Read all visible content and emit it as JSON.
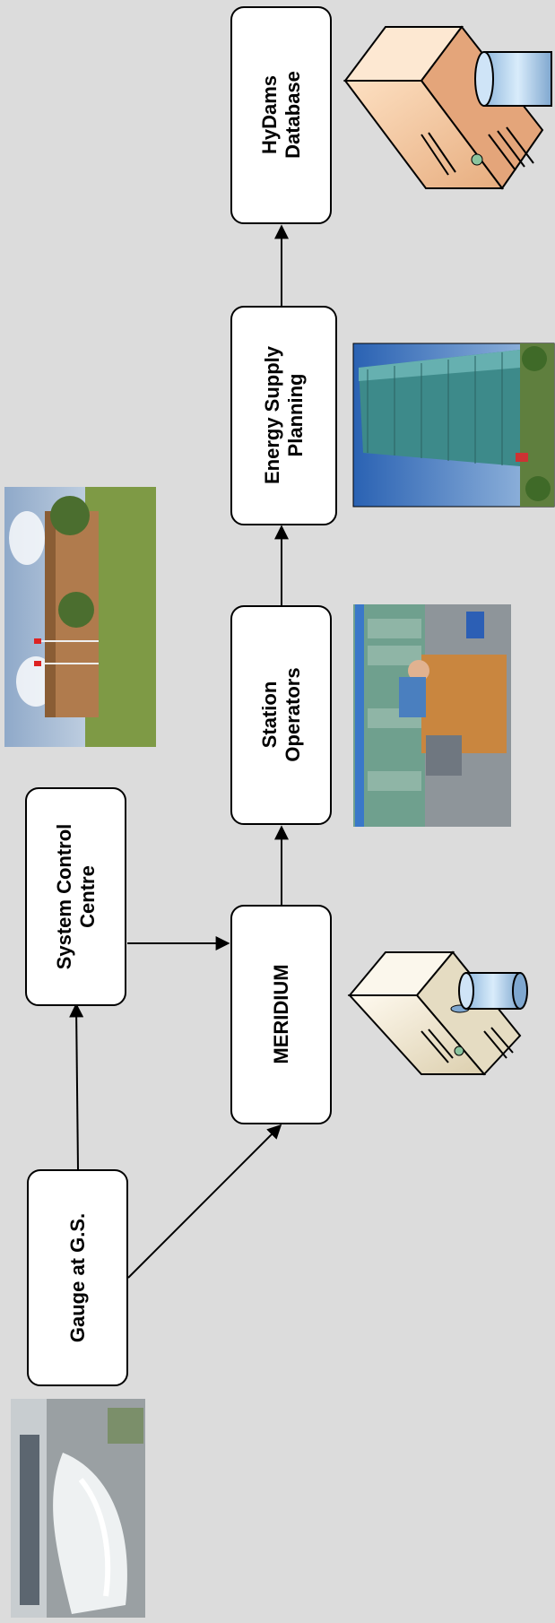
{
  "nodes": {
    "gauge": {
      "lines": [
        "Gauge at G.S."
      ]
    },
    "scc": {
      "lines": [
        "System Control",
        "Centre"
      ]
    },
    "meridium": {
      "lines": [
        "MERIDIUM"
      ]
    },
    "operators": {
      "lines": [
        "Station",
        "Operators"
      ]
    },
    "planning": {
      "lines": [
        "Energy Supply",
        "Planning"
      ]
    },
    "hydams": {
      "lines": [
        "HyDams",
        "Database"
      ]
    }
  },
  "images": {
    "dam": "dam-spillway-photo",
    "building": "control-centre-building-photo",
    "server_beige": "meridium-server-icon",
    "control_room": "control-room-photo",
    "office_tower": "office-tower-photo",
    "server_peach": "hydams-server-icon"
  },
  "colors": {
    "background": "#dcdcdc",
    "box_fill": "#ffffff",
    "box_stroke": "#000000"
  }
}
